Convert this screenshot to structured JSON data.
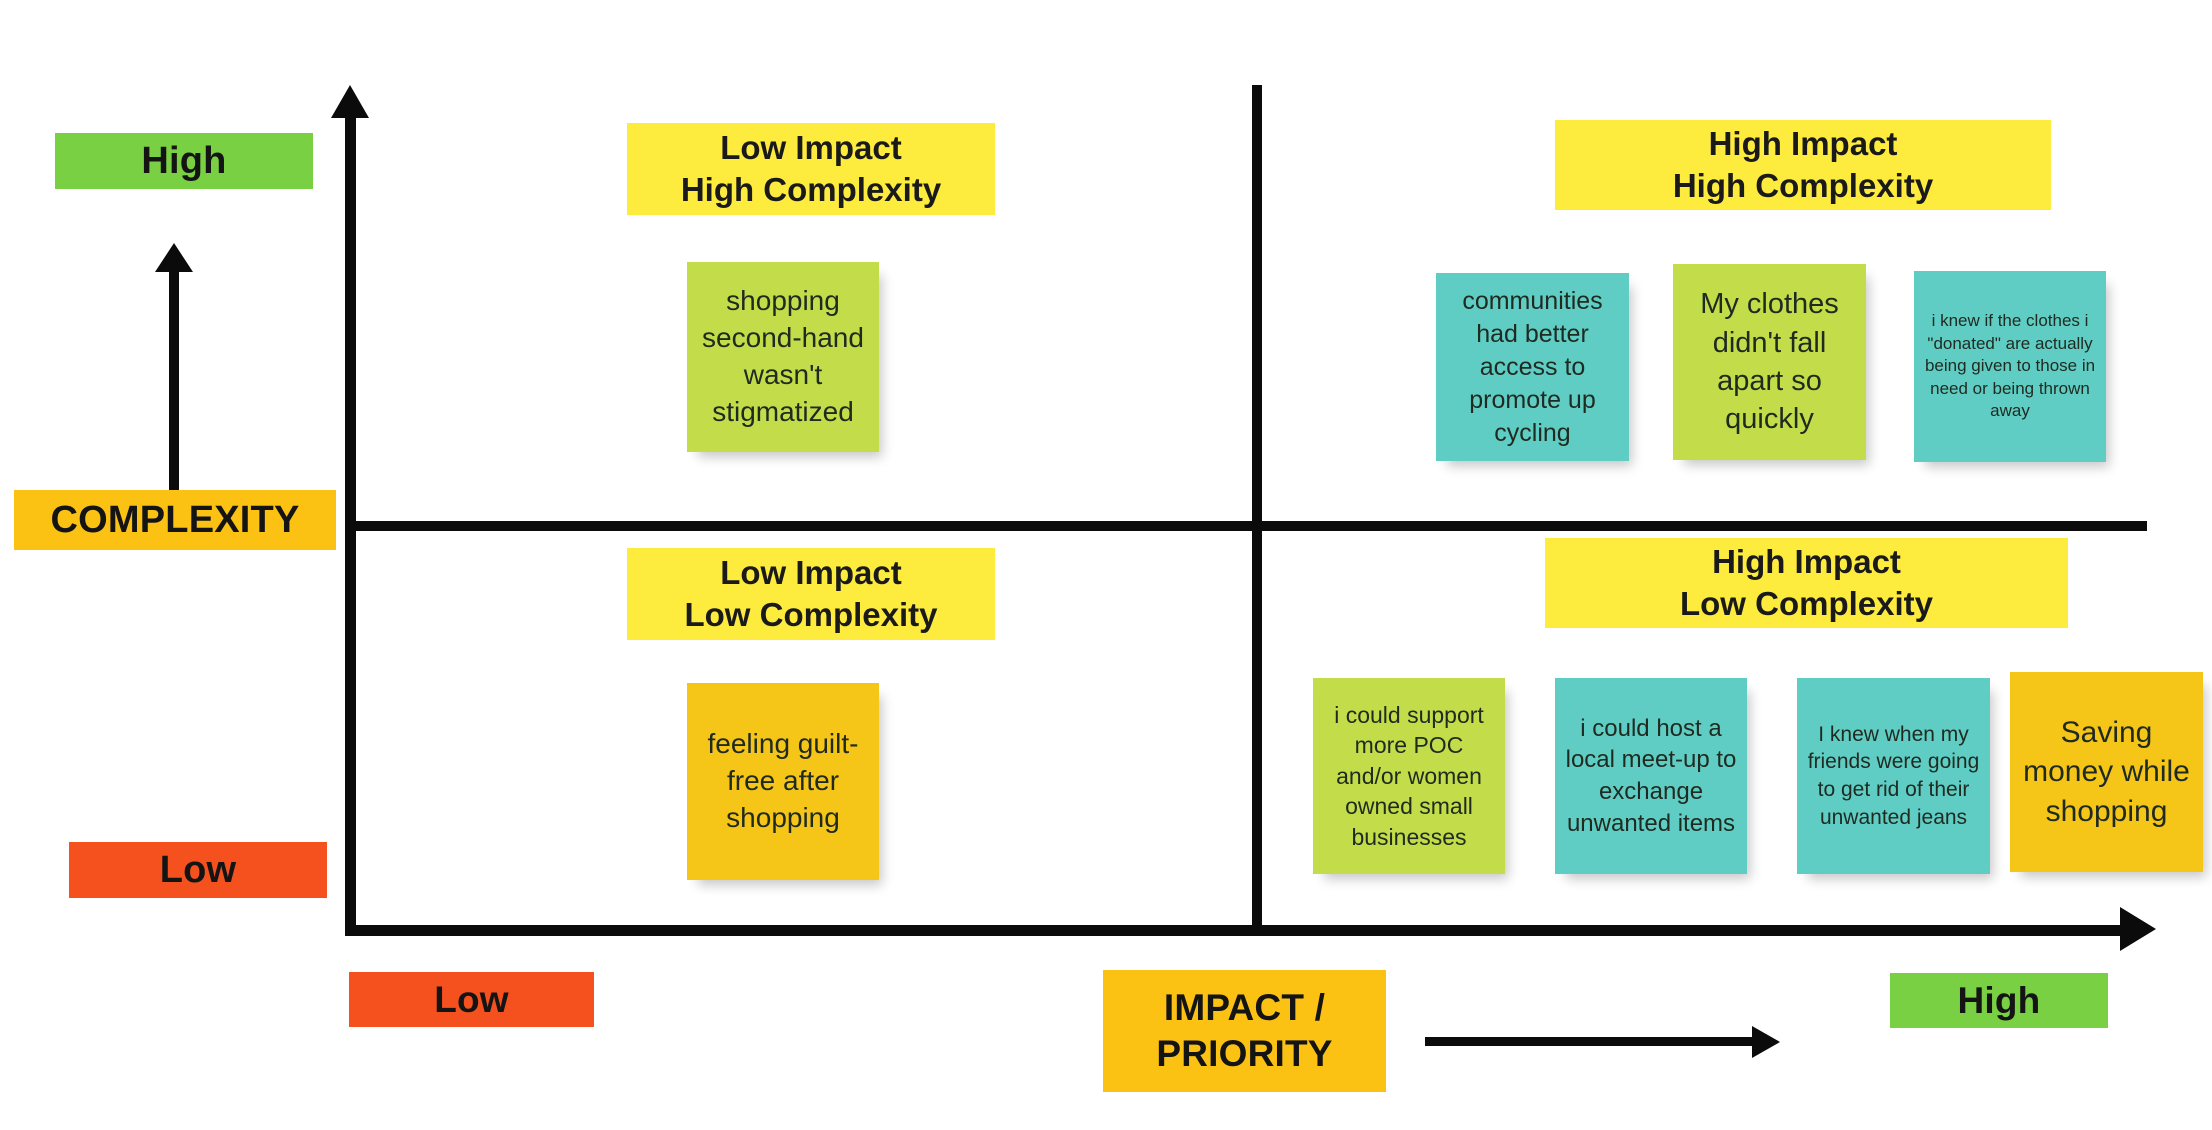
{
  "axes": {
    "y_axis_label": "COMPLEXITY",
    "y_high_label": "High",
    "y_low_label": "Low",
    "x_axis_label": "IMPACT /\nPRIORITY",
    "x_axis_label_line1": "IMPACT /",
    "x_axis_label_line2": "PRIORITY",
    "x_high_label": "High",
    "x_low_label": "Low"
  },
  "colors": {
    "high_chip": "#79d042",
    "low_chip": "#f4511e",
    "axis_label_chip": "#fbc113",
    "quadrant_title": "#fdeb3d",
    "note_green": "#c3dc49",
    "note_teal": "#5fcdc4",
    "note_yellow": "#f5c518",
    "line": "#0b0b0b"
  },
  "quadrants": [
    {
      "id": "low-impact-high-complexity",
      "title_line1": "Low Impact",
      "title_line2": "High Complexity",
      "notes": [
        {
          "id": "shopping-secondhand",
          "text": "shopping second-hand wasn't stigmatized",
          "color": "green"
        }
      ]
    },
    {
      "id": "high-impact-high-complexity",
      "title_line1": "High Impact",
      "title_line2": "High Complexity",
      "notes": [
        {
          "id": "communities-upcycling",
          "text": "communities had better access to promote up cycling",
          "color": "teal"
        },
        {
          "id": "clothes-fall-apart",
          "text": "My clothes didn't fall apart so quickly",
          "color": "green"
        },
        {
          "id": "donated-clothes",
          "text": "i knew if the clothes i \"donated\" are actually being given to those in need or being thrown away",
          "color": "teal"
        }
      ]
    },
    {
      "id": "low-impact-low-complexity",
      "title_line1": "Low Impact",
      "title_line2": "Low Complexity",
      "notes": [
        {
          "id": "guilt-free-shopping",
          "text": "feeling guilt-free after shopping",
          "color": "yellow"
        }
      ]
    },
    {
      "id": "high-impact-low-complexity",
      "title_line1": "High Impact",
      "title_line2": "Low Complexity",
      "notes": [
        {
          "id": "support-poc-women-businesses",
          "text": "i could support more POC and/or women owned small businesses",
          "color": "green"
        },
        {
          "id": "host-local-meetup",
          "text": "i could host a local meet-up to exchange unwanted items",
          "color": "teal"
        },
        {
          "id": "friends-unwanted-jeans",
          "text": "I knew when my friends were going to get rid of their unwanted jeans",
          "color": "teal"
        },
        {
          "id": "saving-money-shopping",
          "text": "Saving money while shopping",
          "color": "yellow"
        }
      ]
    }
  ]
}
